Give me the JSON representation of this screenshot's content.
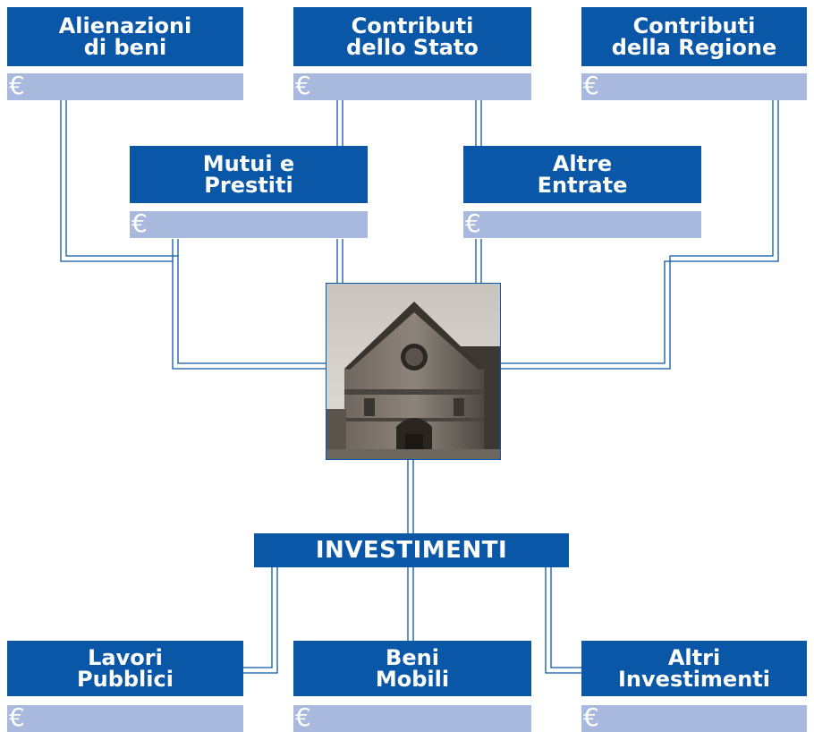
{
  "sources": {
    "alienazioni": {
      "title": "Alienazioni\ndi beni",
      "currency": "€"
    },
    "stato": {
      "title": "Contributi\ndello Stato",
      "currency": "€"
    },
    "regione": {
      "title": "Contributi\ndella Regione",
      "currency": "€"
    },
    "mutui": {
      "title": "Mutui e\nPrestiti",
      "currency": "€"
    },
    "altre": {
      "title": "Altre\nEntrate",
      "currency": "€"
    }
  },
  "center": {
    "title": "INVESTIMENTI"
  },
  "uses": {
    "lavori": {
      "title": "Lavori\nPubblici",
      "currency": "€"
    },
    "beni": {
      "title": "Beni\nMobili",
      "currency": "€"
    },
    "altri": {
      "title": "Altri\nInvestimenti",
      "currency": "€"
    }
  },
  "colors": {
    "box": "#0a57a8",
    "bar": "#a9b8dd",
    "line": "#0a57a8"
  },
  "photo": {
    "subject": "church-facade-photo"
  }
}
